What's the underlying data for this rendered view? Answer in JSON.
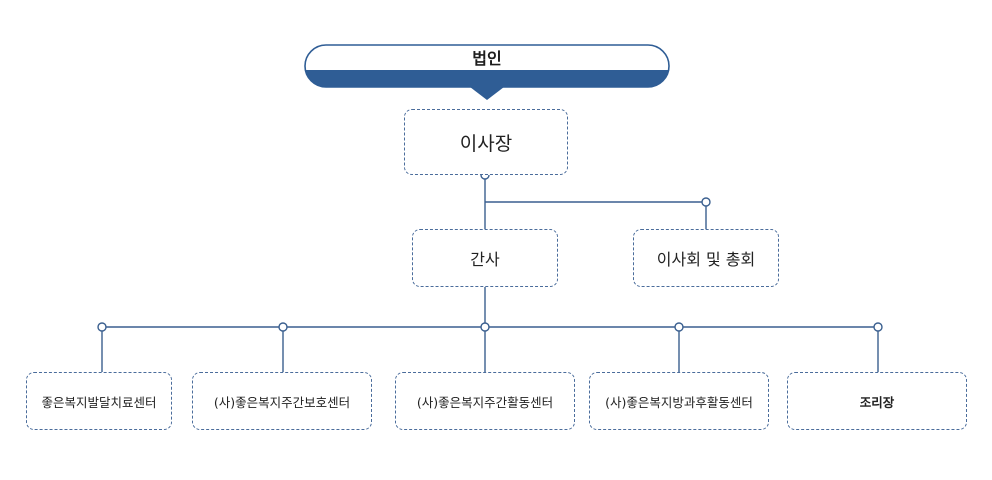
{
  "org": {
    "top_label": "법인",
    "chairman": "이사장",
    "auditor": "간사",
    "board": "이사회 및 총회",
    "centers": [
      "좋은복지발달치료센터",
      "(사)좋은복지주간보호센터",
      "(사)좋은복지주간활동센터",
      "(사)좋은복지방과후활동센터",
      "조리장"
    ]
  },
  "colors": {
    "banner_fill": "#2f5d95",
    "line": "#3a5f8f",
    "node_border": "#4a6c9b"
  }
}
